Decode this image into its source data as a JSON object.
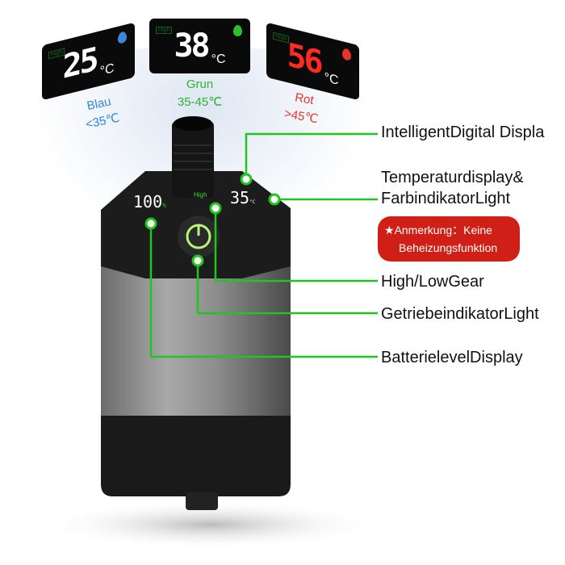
{
  "displays": [
    {
      "value": "25",
      "unit": "°C",
      "mode": "High",
      "color_name": "Blau",
      "range": "<35℃",
      "color": "#3a86d9"
    },
    {
      "value": "38",
      "unit": "°C",
      "mode": "High",
      "color_name": "Grun",
      "range": "35-45℃",
      "color": "#2bb52b"
    },
    {
      "value": "56",
      "unit": "°C",
      "mode": "High",
      "color_name": "Rot",
      "range": ">45℃",
      "color": "#e8342c"
    }
  ],
  "device": {
    "battery": "100",
    "battery_unit": "%",
    "mode": "High",
    "temperature": "35",
    "temp_unit": "°C"
  },
  "callouts": {
    "intelligent": "IntelligentDigital Displa",
    "temp_line1": "Temperaturdisplay&",
    "temp_line2": "FarbindikatorLight",
    "note_line1": "Anmerkung：Keine",
    "note_line2": "Beheizungsfunktion",
    "gear": "High/LowGear",
    "gear_indicator": "GetriebeindikatorLight",
    "battery": "BatterielevelDisplay"
  },
  "accent": "#22c41e"
}
